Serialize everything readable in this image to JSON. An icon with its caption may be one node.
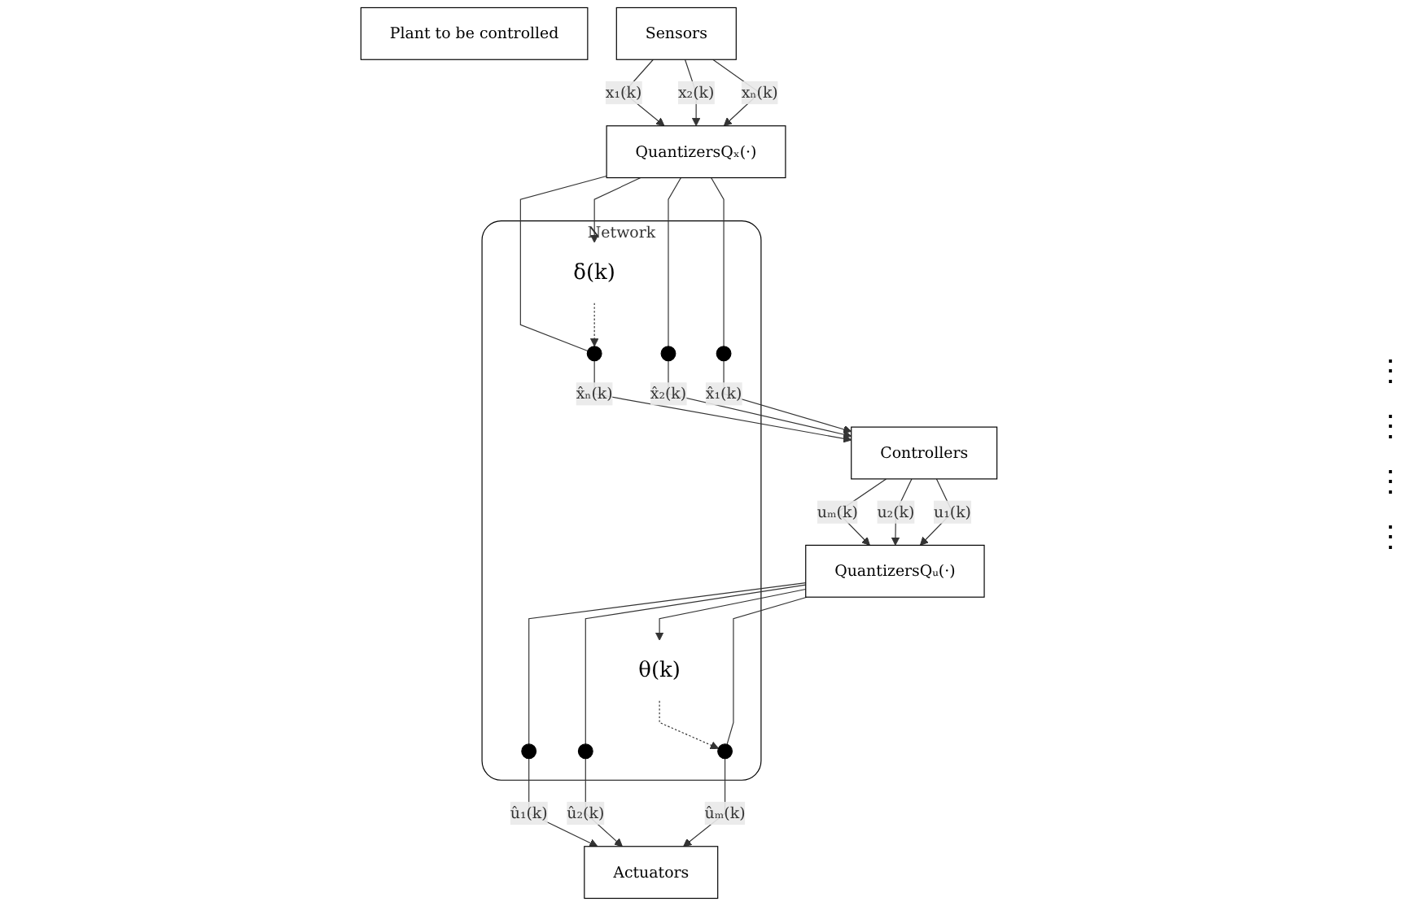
{
  "diagram": {
    "nodes": [
      {
        "text": [
          "Actuators"
        ]
      },
      {
        "text": [
          "Plant to be controlled"
        ]
      },
      {
        "text": [
          "Sensors"
        ]
      },
      {
        "text": [
          "QuantizersQₓ(·)"
        ]
      },
      {
        "text": [
          "Network"
        ]
      },
      {
        "text": [],
        "shape": "switch",
        "in": 4
      },
      {
        "text": [],
        "shape": "switch",
        "in": 4
      },
      {
        "text": [],
        "shape": "switch",
        "in": 4
      },
      {
        "text": [
          "θ(k)"
        ],
        "in": 4
      },
      {
        "text": [
          "δ(k)"
        ],
        "in": 4
      },
      {
        "text": [],
        "shape": "switch",
        "in": 4
      },
      {
        "text": [],
        "shape": "switch",
        "in": 4
      },
      {
        "text": [],
        "shape": "switch",
        "in": 4
      },
      {
        "text": [
          "QuantizersQᵤ(·)"
        ]
      },
      {
        "text": [
          "Controllers"
        ]
      }
    ],
    "edges": [
      {
        "from": 5,
        "to": 0,
        "arrow": "to",
        "label": "û₁(k)"
      },
      {
        "from": 6,
        "to": 0,
        "arrow": "to",
        "label": "û₂(k)"
      },
      {
        "from": 7,
        "to": 0,
        "arrow": "to",
        "label": "ûₘ(k)"
      },
      {
        "from": 2,
        "to": 3,
        "arrow": "to",
        "label": "x₁(k)"
      },
      {
        "from": 2,
        "to": 3,
        "arrow": "to",
        "label": "x₂(k)"
      },
      {
        "from": 2,
        "to": 3,
        "arrow": "to",
        "label": "xₙ(k)"
      },
      {
        "from": 3,
        "to": 9,
        "arrow": "to"
      },
      {
        "from": 3,
        "to": 10,
        "arrow": "none"
      },
      {
        "from": 3,
        "to": 11,
        "arrow": "none"
      },
      {
        "from": 3,
        "to": 12,
        "arrow": "none"
      },
      {
        "from": 8,
        "to": 7,
        "arrow": "to",
        "style": "dashed"
      },
      {
        "from": 9,
        "to": 10,
        "arrow": "to",
        "style": "dashed"
      },
      {
        "from": 13,
        "to": 5,
        "arrow": "none"
      },
      {
        "from": 13,
        "to": 6,
        "arrow": "none"
      },
      {
        "from": 13,
        "to": 7,
        "arrow": "none"
      },
      {
        "from": 13,
        "to": 8,
        "arrow": "to"
      },
      {
        "from": 10,
        "to": 14,
        "arrow": "to",
        "label": "x̂ₙ(k)"
      },
      {
        "from": 11,
        "to": 14,
        "arrow": "to",
        "label": "x̂₂(k)"
      },
      {
        "from": 12,
        "to": 14,
        "arrow": "to",
        "label": "x̂₁(k)"
      },
      {
        "from": 14,
        "to": 13,
        "arrow": "to",
        "label": "uₘ(k)"
      },
      {
        "from": 14,
        "to": 13,
        "arrow": "to",
        "label": "u₂(k)"
      },
      {
        "from": 14,
        "to": 13,
        "arrow": "to",
        "label": "u₁(k)"
      }
    ],
    "labels": [
      "⋮",
      "⋮",
      "⋮",
      "⋮"
    ]
  }
}
